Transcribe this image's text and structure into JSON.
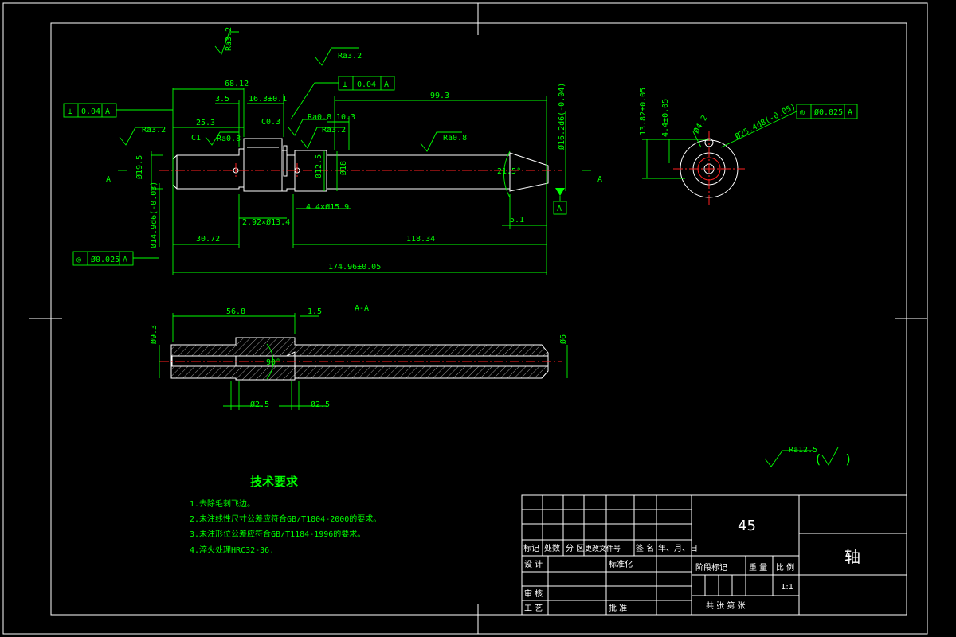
{
  "colors": {
    "background": "#000000",
    "outline": "#ffffff",
    "dimension": "#00ff00",
    "centerline": "#ff2020",
    "hatch": "#ffffff"
  },
  "datum": {
    "section_letter": "A",
    "datum_letter": "A",
    "section_title": "A-A"
  },
  "dimensions": {
    "d68_12": "68.12",
    "d3_5": "3.5",
    "d16_3": "16.3±0.1",
    "d99_3": "99.3",
    "d25_3": "25.3",
    "c0_3": "C0.3",
    "d10_3": "10.3",
    "c1": "C1",
    "dia19_5": "Ø19.5",
    "dia12_5": "Ø12.5",
    "dia18": "Ø18",
    "angle21_5": "21.5°",
    "dia16_2": "Ø16.2d6(-0.04)",
    "dia14_9": "Ø14.9d6(-0.03)",
    "d2_92x13_4": "2.92×Ø13.4",
    "d4_4x15_9": "4.4×Ø15.9",
    "d5_1": "5.1",
    "d30_72": "30.72",
    "d118_34": "118.34",
    "d174_96": "174.96±0.05",
    "d56_8": "56.8",
    "d1_5": "1.5",
    "dia9_3": "Ø9.3",
    "dia6": "Ø6",
    "angle90": "90°",
    "dia2_5a": "Ø2.5",
    "dia2_5b": "Ø2.5",
    "d13_82": "13.82±0.05",
    "d4_4": "4.4±0.05",
    "dia4_2": "Ø4.2",
    "dia25_4": "Ø25.4d8(-0.05)"
  },
  "roughness": {
    "ra3_2_top": "Ra3.2",
    "ra3_2_mid": "Ra3.2",
    "ra3_2_left": "Ra3.2",
    "ra3_2_b": "Ra3.2",
    "ra0_8_a": "Ra0.8",
    "ra0_8_b": "Ra0.8",
    "ra0_8_c": "Ra0.8",
    "rest": "Ra12.5"
  },
  "tolerances": {
    "perp_top": {
      "symbol": "⊥",
      "value": "0.04",
      "datum": "A"
    },
    "perp_left": {
      "symbol": "⊥",
      "value": "0.04",
      "datum": "A"
    },
    "conc_left": {
      "symbol": "◎",
      "value": "Ø0.025",
      "datum": "A"
    },
    "conc_right": {
      "symbol": "◎",
      "value": "Ø0.025",
      "datum": "A"
    }
  },
  "tech": {
    "title": "技术要求",
    "items": [
      "1.去除毛刺飞边。",
      "2.未注线性尺寸公差应符合GB/T1804-2000的要求。",
      "3.未注形位公差应符合GB/T1184-1996的要求。",
      "4.淬火处理HRC32-36."
    ]
  },
  "titleblock": {
    "material": "45",
    "part_name": "轴",
    "scale": "1:1",
    "headers": [
      "标记",
      "处数",
      "分 区",
      "更改文件号",
      "签 名",
      "年、月、日"
    ],
    "design": "设 计",
    "standard": "标准化",
    "stage": "阶段标记",
    "weight": "重 量",
    "scale_label": "比 例",
    "review": "审 核",
    "process": "工 艺",
    "approve": "批 准",
    "sheets": "共  张  第  张"
  }
}
